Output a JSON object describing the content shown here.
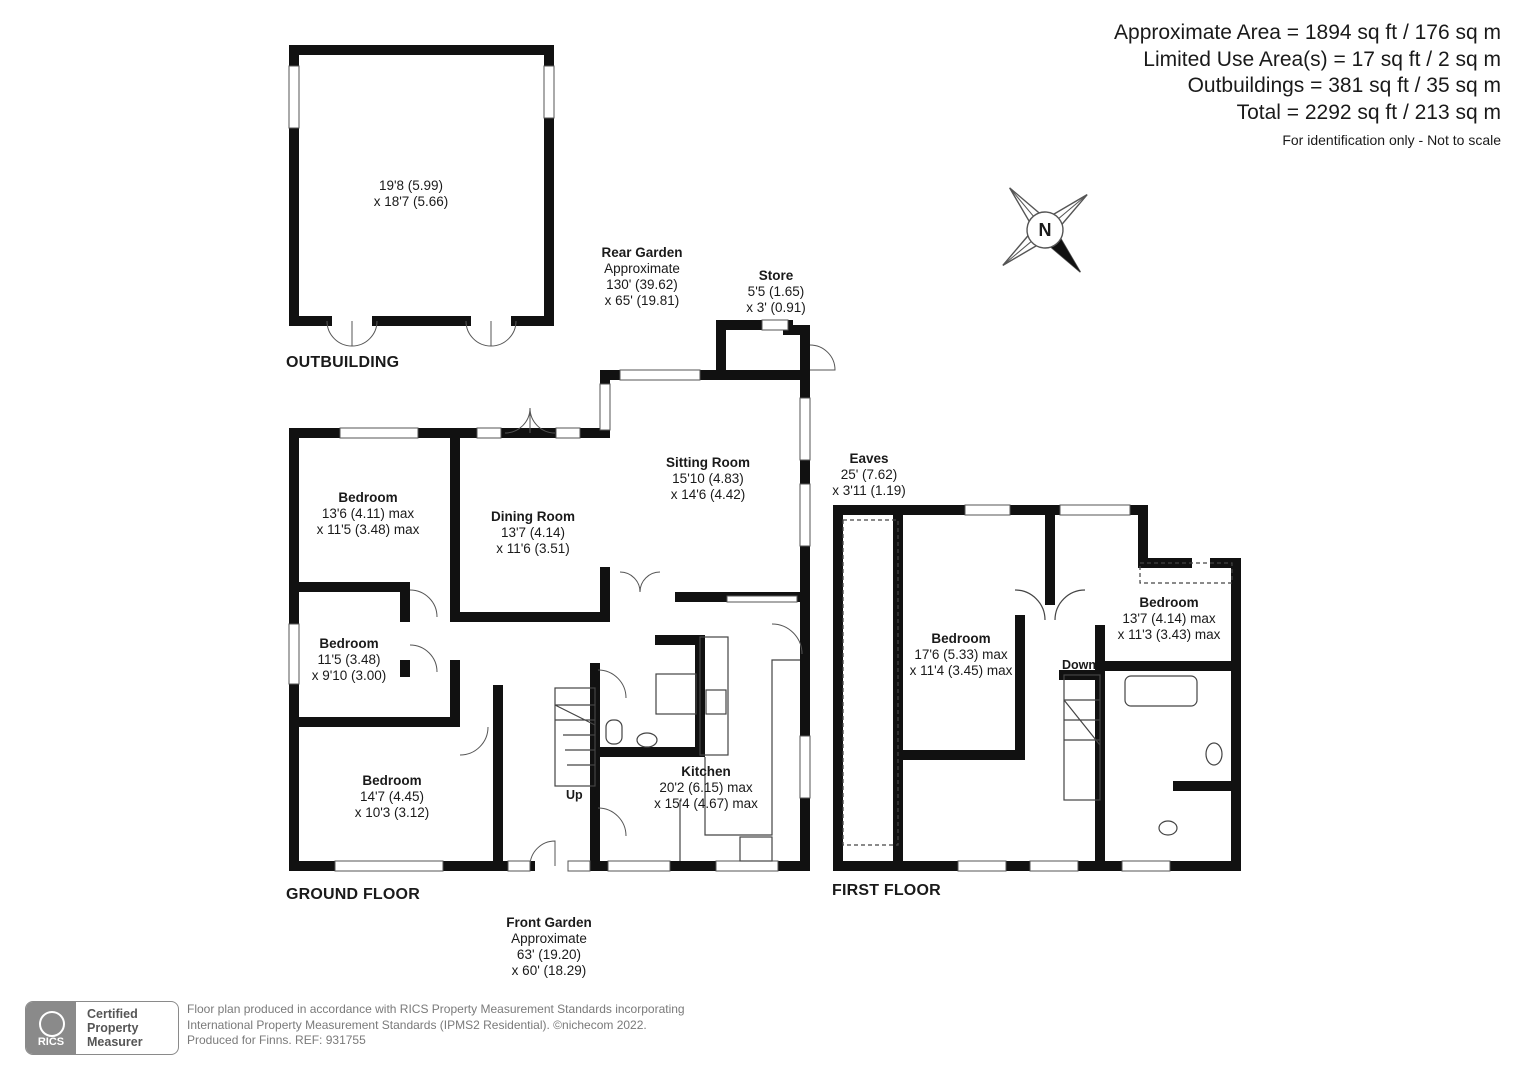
{
  "areas": {
    "lines": [
      "Approximate Area = 1894 sq ft / 176 sq m",
      "Limited Use Area(s) = 17 sq ft / 2 sq m",
      "Outbuildings = 381 sq ft / 35 sq m",
      "Total = 2292 sq ft / 213 sq m"
    ],
    "note": "For identification only - Not to scale"
  },
  "compass": {
    "letter": "N"
  },
  "outbuilding": {
    "title": "OUTBUILDING",
    "dim1": "19'8 (5.99)",
    "dim2": "x 18'7 (5.66)"
  },
  "rear_garden": {
    "name": "Rear Garden",
    "l1": "Approximate",
    "l2": "130' (39.62)",
    "l3": "x 65' (19.81)"
  },
  "store": {
    "name": "Store",
    "l1": "5'5 (1.65)",
    "l2": "x 3' (0.91)"
  },
  "ground_floor": {
    "title": "GROUND FLOOR",
    "up_label": "Up",
    "bedroom1": {
      "name": "Bedroom",
      "l1": "13'6 (4.11) max",
      "l2": "x 11'5 (3.48) max"
    },
    "bedroom2": {
      "name": "Bedroom",
      "l1": "11'5 (3.48)",
      "l2": "x 9'10 (3.00)"
    },
    "bedroom3": {
      "name": "Bedroom",
      "l1": "14'7 (4.45)",
      "l2": "x 10'3 (3.12)"
    },
    "dining": {
      "name": "Dining Room",
      "l1": "13'7 (4.14)",
      "l2": "x 11'6 (3.51)"
    },
    "sitting": {
      "name": "Sitting Room",
      "l1": "15'10 (4.83)",
      "l2": "x 14'6 (4.42)"
    },
    "kitchen": {
      "name": "Kitchen",
      "l1": "20'2 (6.15) max",
      "l2": "x 15'4 (4.67) max"
    }
  },
  "front_garden": {
    "name": "Front Garden",
    "l1": "Approximate",
    "l2": "63' (19.20)",
    "l3": "x 60' (18.29)"
  },
  "first_floor": {
    "title": "FIRST FLOOR",
    "down_label": "Down",
    "eaves": {
      "name": "Eaves",
      "l1": "25' (7.62)",
      "l2": "x 3'11 (1.19)"
    },
    "bedroom1": {
      "name": "Bedroom",
      "l1": "17'6 (5.33) max",
      "l2": "x 11'4 (3.45) max"
    },
    "bedroom2": {
      "name": "Bedroom",
      "l1": "13'7 (4.14) max",
      "l2": "x 11'3 (3.43) max"
    }
  },
  "footer": {
    "badge_brand": "RICS",
    "badge_lines": [
      "Certified",
      "Property",
      "Measurer"
    ],
    "text_lines": [
      "Floor plan produced in accordance with RICS Property Measurement Standards incorporating",
      "International Property Measurement Standards (IPMS2 Residential).  ©nichecom 2022.",
      "Produced for Finns.   REF:  931755"
    ]
  }
}
